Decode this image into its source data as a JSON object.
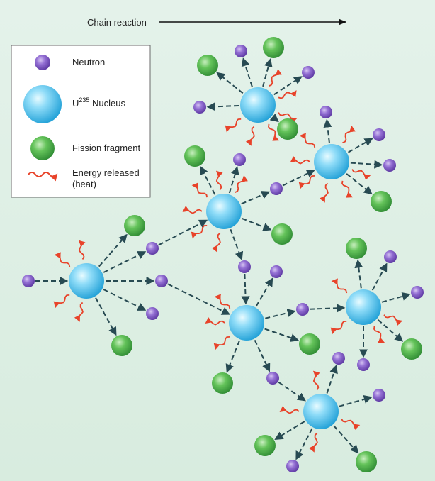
{
  "header": {
    "chain_reaction_label": "Chain reaction"
  },
  "legend": {
    "neutron": "Neutron",
    "nucleus_prefix": "U",
    "nucleus_superscript": "235",
    "nucleus_suffix": " Nucleus",
    "fragment": "Fission fragment",
    "energy_line1": "Energy released",
    "energy_line2": "(heat)"
  },
  "colors": {
    "background": "#dff0e6",
    "neutron": "#7d55c2",
    "nucleus": "#4fc3ef",
    "fragment": "#4caf4a",
    "energy": "#e8432a",
    "arrow": "#274a52"
  },
  "icons": {
    "neutron": "purple-sphere-icon",
    "nucleus": "blue-sphere-icon",
    "fragment": "green-sphere-icon",
    "energy": "red-wavy-arrow-icon"
  }
}
